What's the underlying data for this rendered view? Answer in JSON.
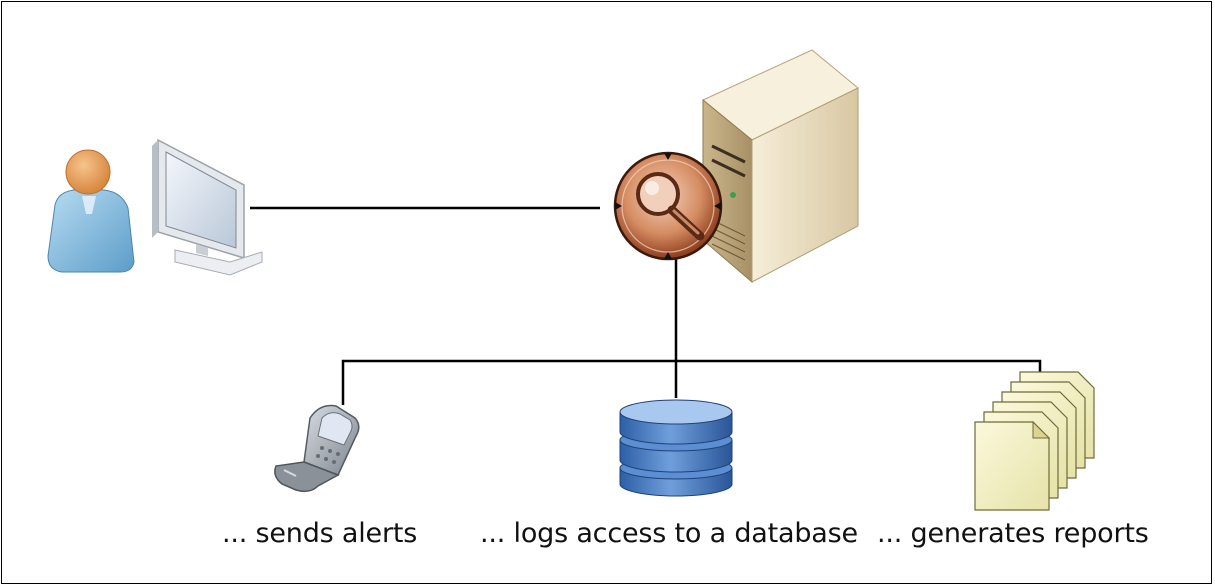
{
  "captions": {
    "alerts": "... sends alerts",
    "database": "... logs access to a database",
    "reports": "... generates reports"
  },
  "icons": [
    "user-icon",
    "monitor-icon",
    "magnifier-monitoring-icon",
    "server-tower-icon",
    "mobile-phone-icon",
    "database-icon",
    "documents-stack-icon"
  ],
  "colors": {
    "line": "#000000",
    "user_body": "#8fc4e3",
    "user_head": "#e9a25a",
    "server_body": "#efe3c6",
    "magnifier_ring": "#8a3b1d",
    "database": "#3f78c2",
    "documents": "#f4f1c2"
  }
}
